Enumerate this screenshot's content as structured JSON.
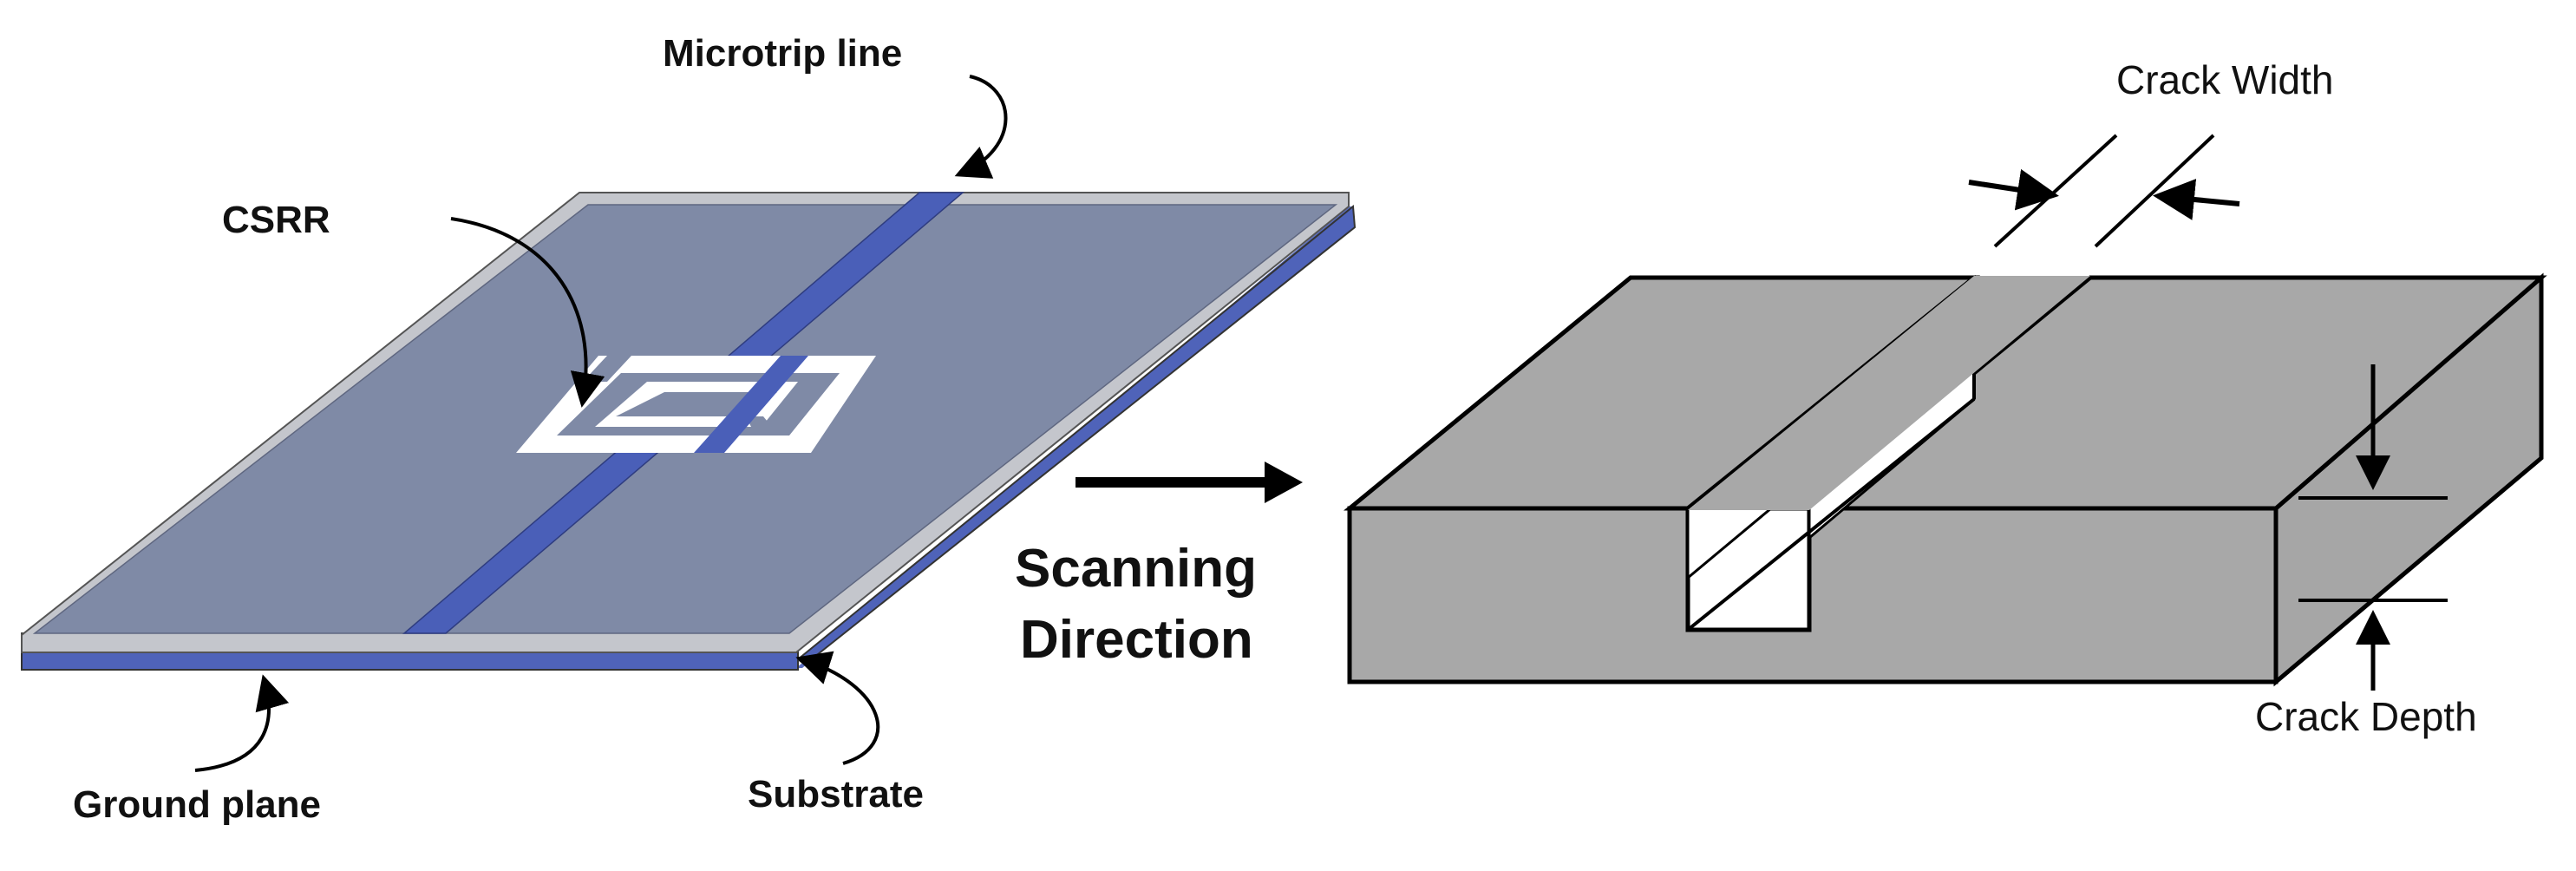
{
  "left_panel": {
    "labels": {
      "microstrip": "Microtrip line",
      "csrr": "CSRR",
      "ground": "Ground plane",
      "substrate": "Substrate"
    }
  },
  "middle": {
    "line1": "Scanning",
    "line2": "Direction"
  },
  "right_panel": {
    "labels": {
      "crack_width": "Crack Width",
      "crack_depth": "Crack Depth"
    }
  },
  "colors": {
    "board_top": "#7f8aa6",
    "board_edge_light": "#b9bcc4",
    "strip_blue": "#4a5fb8",
    "ground_blue": "#4f63b9",
    "block_gray": "#a9a9a9",
    "crack_white": "#ffffff"
  }
}
